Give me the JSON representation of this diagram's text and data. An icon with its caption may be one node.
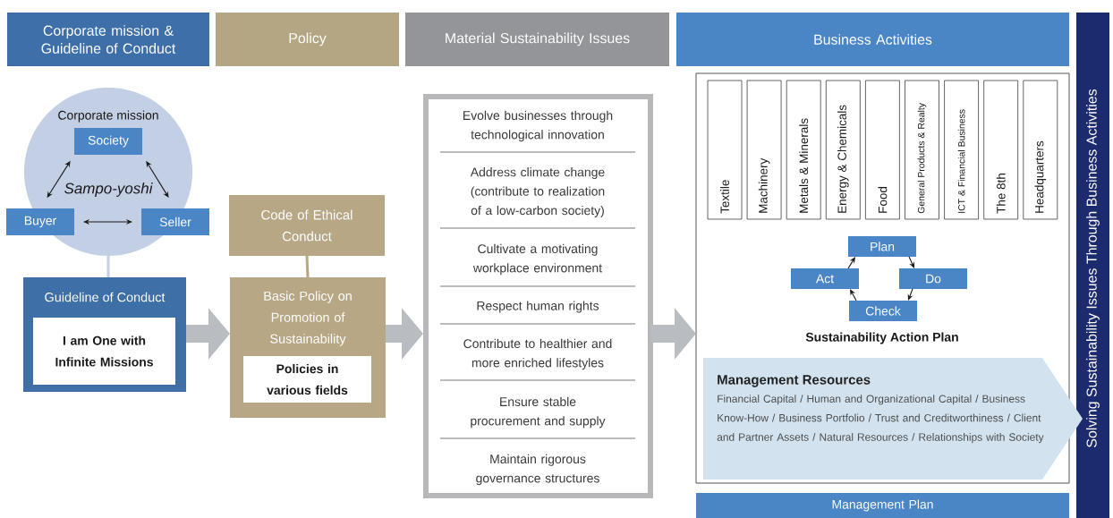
{
  "diagram": {
    "nodes": [
      {
        "text": [
          "Corporate mission & Guideline of Conduct"
        ]
      },
      {
        "text": [
          "Policy"
        ]
      },
      {
        "text": [
          "Material Sustainability Issues"
        ]
      },
      {
        "text": [
          "Business Activities"
        ]
      },
      {
        "text": [
          "Solving Sustainability Issues Through Business Activities"
        ]
      },
      {
        "text": [
          "Corporate mission",
          "Sampo-yoshi"
        ]
      },
      {
        "text": [
          "Society"
        ],
        "in": 5
      },
      {
        "text": [
          "Buyer"
        ]
      },
      {
        "text": [
          "Seller"
        ]
      },
      {
        "text": [
          "Guideline of Conduct"
        ]
      },
      {
        "text": [
          "I am One with Infinite Missions"
        ],
        "in": 9
      },
      {
        "text": [
          "Code of Ethical Conduct"
        ]
      },
      {
        "text": [
          "Basic Policy on Promotion of Sustainability"
        ]
      },
      {
        "text": [
          "Policies in various fields"
        ],
        "in": 12
      },
      {
        "text": [],
        "shape": "box"
      },
      {
        "text": [
          "Evolve businesses through technological innovation"
        ],
        "in": 14
      },
      {
        "text": [
          "Address climate change (contribute to realization of a low-carbon society)"
        ],
        "in": 14
      },
      {
        "text": [
          "Cultivate a motivating workplace environment"
        ],
        "in": 14
      },
      {
        "text": [
          "Respect human rights"
        ],
        "in": 14
      },
      {
        "text": [
          "Contribute to healthier and more enriched lifestyles"
        ],
        "in": 14
      },
      {
        "text": [
          "Ensure stable procurement and supply"
        ],
        "in": 14
      },
      {
        "text": [
          "Maintain rigorous governance structures"
        ],
        "in": 14
      },
      {
        "text": [],
        "shape": "box"
      },
      {
        "text": [
          "Textile"
        ],
        "in": 22
      },
      {
        "text": [
          "Machinery"
        ],
        "in": 22
      },
      {
        "text": [
          "Metals & Minerals"
        ],
        "in": 22
      },
      {
        "text": [
          "Energy & Chemicals"
        ],
        "in": 22
      },
      {
        "text": [
          "Food"
        ],
        "in": 22
      },
      {
        "text": [
          "General Products & Realty"
        ],
        "in": 22
      },
      {
        "text": [
          "ICT & Financial Business"
        ],
        "in": 22
      },
      {
        "text": [
          "The 8th"
        ],
        "in": 22
      },
      {
        "text": [
          "Headquarters"
        ],
        "in": 22
      },
      {
        "text": [
          "Plan"
        ],
        "in": 22
      },
      {
        "text": [
          "Do"
        ],
        "in": 22
      },
      {
        "text": [
          "Check"
        ],
        "in": 22
      },
      {
        "text": [
          "Act"
        ],
        "in": 22
      },
      {
        "text": [
          "Management Resources",
          "Financial Capital / Human and Organizational Capital / Business Know-How / Business Portfolio / Trust and Creditworthiness / Client and Partner Assets / Natural Resources / Relationships with Society"
        ],
        "in": 22
      },
      {
        "text": [
          "Management Plan"
        ]
      }
    ],
    "edges": [
      {
        "from": 6,
        "to": 7,
        "arrow": "both"
      },
      {
        "from": 6,
        "to": 8,
        "arrow": "both"
      },
      {
        "from": 7,
        "to": 8,
        "arrow": "both"
      },
      {
        "from": 5,
        "to": 9,
        "arrow": "none",
        "style": "thick",
        "color": "#c3cfe4"
      },
      {
        "from": 11,
        "to": 12,
        "arrow": "none",
        "style": "thick",
        "color": "#b7a784"
      },
      {
        "from": 9,
        "to": 12,
        "arrow": "to",
        "style": "thick",
        "color": "#b9bcc1"
      },
      {
        "from": 12,
        "to": 14,
        "arrow": "to",
        "style": "thick",
        "color": "#b9bcc1"
      },
      {
        "from": 14,
        "to": 22,
        "arrow": "to",
        "style": "thick",
        "color": "#b9bcc1"
      },
      {
        "from": 32,
        "to": 33,
        "arrow": "to"
      },
      {
        "from": 33,
        "to": 34,
        "arrow": "to"
      },
      {
        "from": 34,
        "to": 35,
        "arrow": "to"
      },
      {
        "from": 35,
        "to": 32,
        "arrow": "to"
      }
    ],
    "labels": [
      "Sustainability Action Plan"
    ]
  }
}
